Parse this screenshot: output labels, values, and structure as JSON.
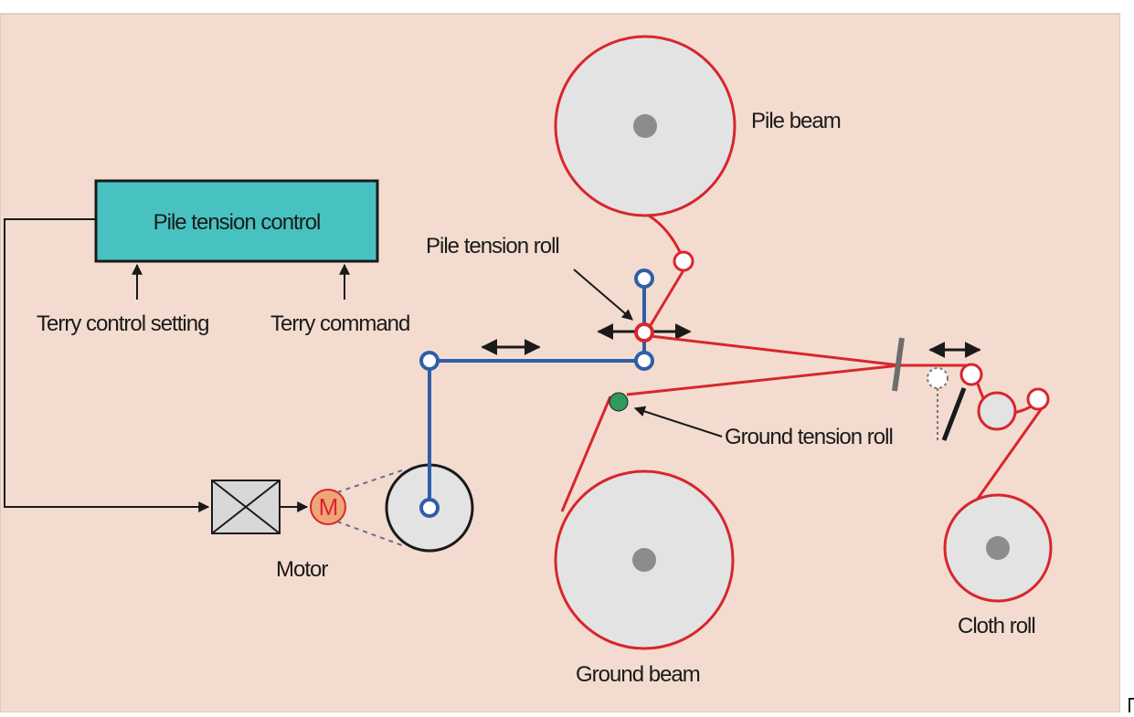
{
  "labels": {
    "pile_beam": "Pile beam",
    "pile_tension_control": "Pile tension control",
    "pile_tension_roll": "Pile tension roll",
    "terry_control_setting": "Terry control setting",
    "terry_command": "Terry command",
    "ground_tension_roll": "Ground tension roll",
    "motor_symbol": "M",
    "motor": "Motor",
    "ground_beam": "Ground beam",
    "cloth_roll": "Cloth roll"
  },
  "colors": {
    "background": "#f3dccf",
    "control_box": "#48c2c0",
    "yarn": "#d8262d",
    "linkage": "#2f5ea8",
    "beam_fill": "#e3e3e3",
    "hub": "#8c8c8c",
    "ground_roll": "#2e9a5c",
    "motor": "#f0a577"
  }
}
